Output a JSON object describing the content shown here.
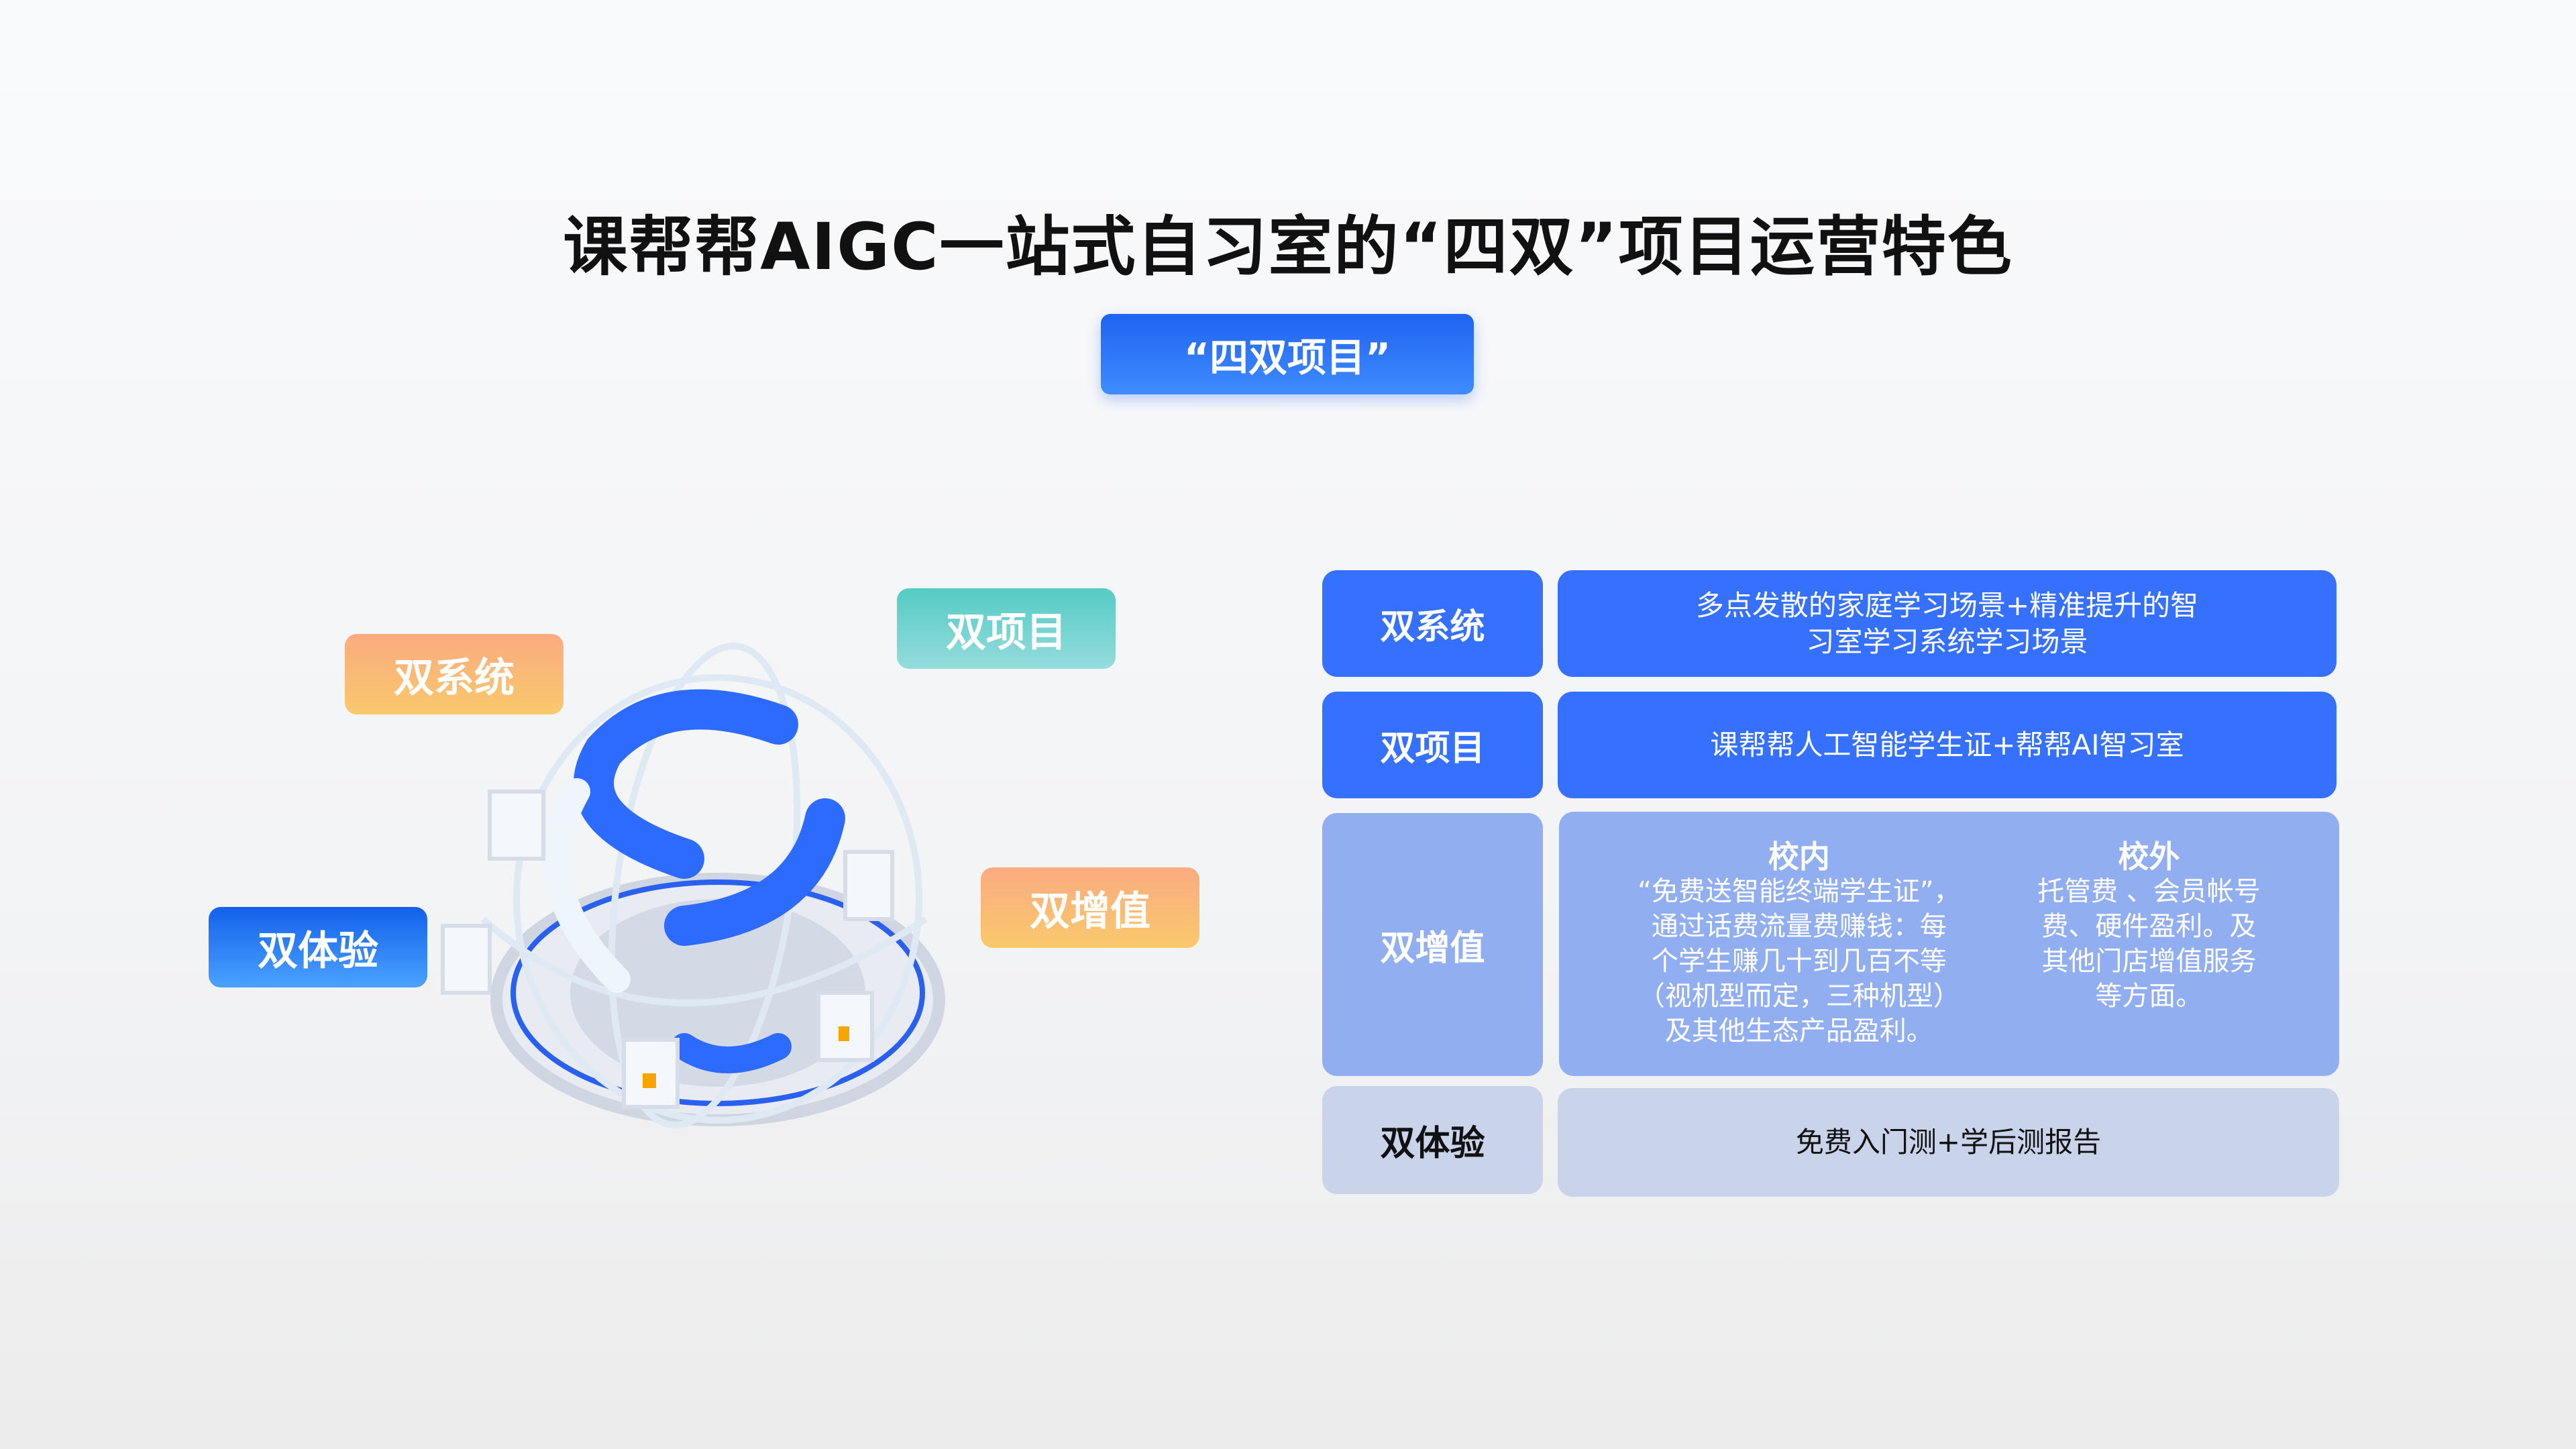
{
  "title": "课帮帮AIGC一站式自习室的“四双”项目运营特色",
  "badge": "“四双项目”",
  "tags": {
    "system": "双系统",
    "project": "双项目",
    "value": "双增值",
    "experience": "双体验"
  },
  "table": {
    "rows": [
      {
        "label": "双系统",
        "text": "多点发散的家庭学习场景+精准提升的智习室学习系统学习场景"
      },
      {
        "label": "双项目",
        "text": "课帮帮人工智能学生证+帮帮AI智习室"
      },
      {
        "label": "双增值",
        "inside": {
          "head": "校内",
          "lines": [
            "“免费送智能终端学生证”，",
            "通过话费流量费赚钱：每",
            "个学生赚几十到几百不等",
            "（视机型而定，三种机型）",
            "及其他生态产品盈利。"
          ]
        },
        "outside": {
          "head": "校外",
          "lines": [
            "托管费 、会员帐号",
            "费、硬件盈利。及",
            "其他门店增值服务",
            "等方面。"
          ]
        }
      },
      {
        "label": "双体验",
        "text": "免费入门测+学后测报告"
      }
    ]
  },
  "colors": {
    "blue": "#3670fe",
    "mid": "#91aef0",
    "light": "#c9d4ea"
  }
}
